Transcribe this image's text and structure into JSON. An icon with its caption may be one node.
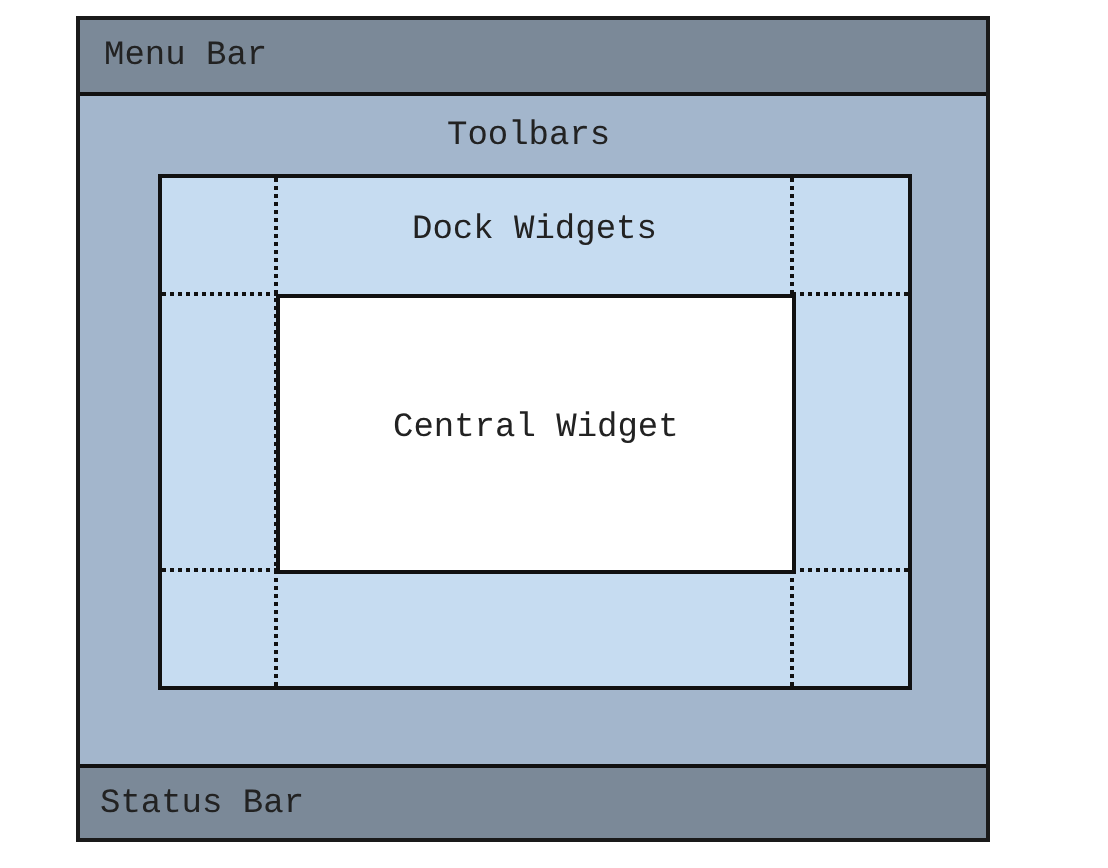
{
  "diagram": {
    "nodes": [
      {
        "text": [
          "Menu Bar"
        ]
      },
      {
        "text": [
          "Toolbars"
        ]
      },
      {
        "text": [
          "Dock Widgets"
        ],
        "in": 1
      },
      {
        "text": [
          "Central Widget"
        ],
        "in": 2
      },
      {
        "text": [
          "Status Bar"
        ]
      }
    ]
  }
}
